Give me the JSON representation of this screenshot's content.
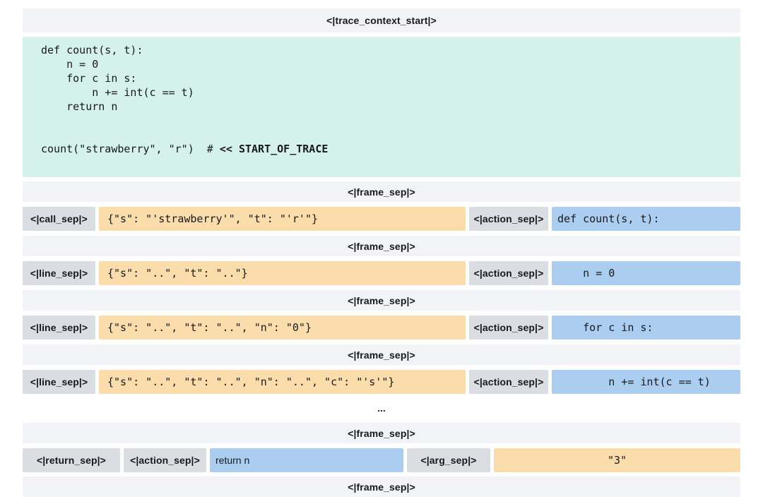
{
  "header": {
    "trace_context_start": "<|trace_context_start|>"
  },
  "tokens": {
    "frame_sep": "<|frame_sep|>",
    "call_sep": "<|call_sep|>",
    "line_sep": "<|line_sep|>",
    "action_sep": "<|action_sep|>",
    "return_sep": "<|return_sep|>",
    "arg_sep": "<|arg_sep|>"
  },
  "code": {
    "lines": [
      "def count(s, t):",
      "    n = 0",
      "    for c in s:",
      "        n += int(c == t)",
      "    return n",
      "",
      ""
    ],
    "call_line": "count(\"strawberry\", \"r\")  # ",
    "call_comment": "<< START_OF_TRACE"
  },
  "frames": [
    {
      "sep": "<|call_sep|>",
      "state": "{\"s\": \"'strawberry'\", \"t\": \"'r'\"}",
      "action": "def count(s, t):"
    },
    {
      "sep": "<|line_sep|>",
      "state": "{\"s\": \"..\", \"t\": \"..\"}",
      "action": "    n = 0"
    },
    {
      "sep": "<|line_sep|>",
      "state": "{\"s\": \"..\", \"t\": \"..\", \"n\": \"0\"}",
      "action": "    for c in s:"
    },
    {
      "sep": "<|line_sep|>",
      "state": "{\"s\": \"..\", \"t\": \"..\", \"n\": \"..\", \"c\": \"'s'\"}",
      "action": "        n += int(c == t)"
    }
  ],
  "ellipsis": "...",
  "return_frame": {
    "action": "return n",
    "value": "\"3\""
  },
  "colors": {
    "code_bg": "#d4f1ea",
    "state_bg": "#fbdcab",
    "action_bg": "#abcdf0",
    "bar_bg": "#f1f3f6",
    "token_bg": "#dadde1",
    "text": "#17191c",
    "page_bg": "#ffffff"
  }
}
